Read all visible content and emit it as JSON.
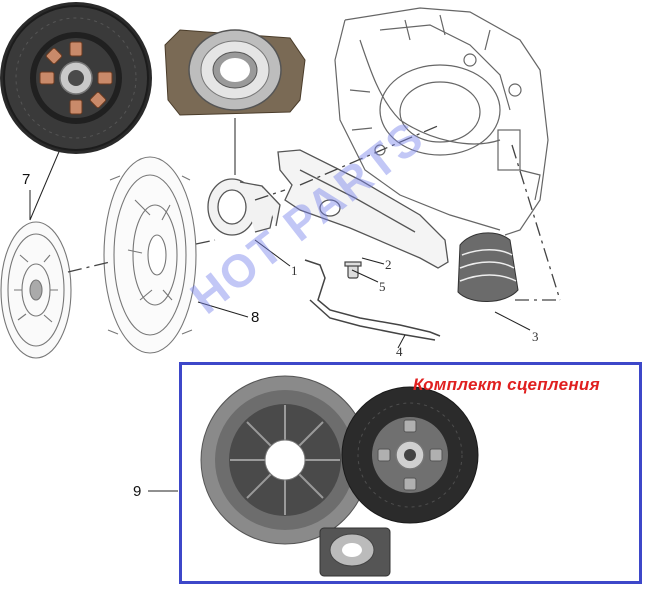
{
  "labels": {
    "n1": "1",
    "n2": "2",
    "n3": "3",
    "n4": "4",
    "n5": "5",
    "n7": "7",
    "n8": "8",
    "n9": "9"
  },
  "kit_title": "Комплект  сцепления",
  "watermark": "HOT PARTS",
  "colors": {
    "frame": "#3d47c9",
    "title": "#e02020",
    "watermark": "#7882eb",
    "line_art": "#555555"
  }
}
